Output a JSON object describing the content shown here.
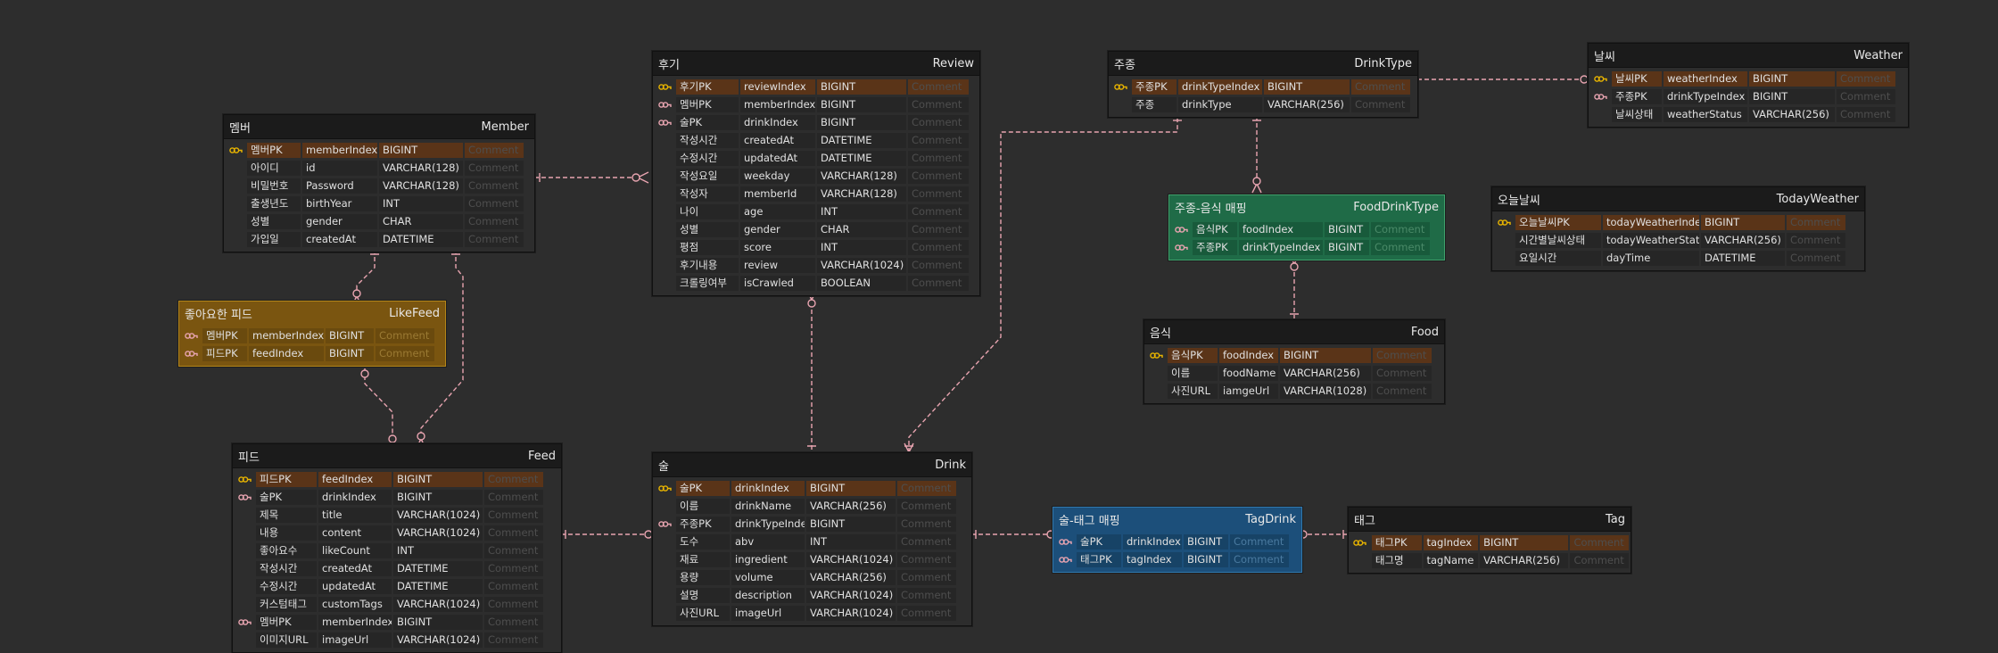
{
  "colors": {
    "background": "#2d2d2d",
    "relationship_line": "#e8a4b0",
    "pk_key": "#e8b400",
    "fk_key": "#e8a4b0",
    "pk_row": "#5a3418",
    "mapping_green": "#1f6b47",
    "mapping_gold": "#7a5510",
    "mapping_blue": "#1c4f7a"
  },
  "tables": {
    "member": {
      "name_kr": "멤버",
      "name_en": "Member",
      "rows": [
        {
          "key": "pk",
          "label": "멤버PK",
          "column": "memberIndex",
          "type": "BIGINT",
          "comment": "Comment"
        },
        {
          "key": "",
          "label": "아이디",
          "column": "id",
          "type": "VARCHAR(128)",
          "comment": "Comment"
        },
        {
          "key": "",
          "label": "비밀번호",
          "column": "Password",
          "type": "VARCHAR(128)",
          "comment": "Comment"
        },
        {
          "key": "",
          "label": "출생년도",
          "column": "birthYear",
          "type": "INT",
          "comment": "Comment"
        },
        {
          "key": "",
          "label": "성별",
          "column": "gender",
          "type": "CHAR",
          "comment": "Comment"
        },
        {
          "key": "",
          "label": "가입일",
          "column": "createdAt",
          "type": "DATETIME",
          "comment": "Comment"
        }
      ]
    },
    "likefeed": {
      "name_kr": "좋아요한 피드",
      "name_en": "LikeFeed",
      "rows": [
        {
          "key": "fk",
          "label": "멤버PK",
          "column": "memberIndex",
          "type": "BIGINT",
          "comment": "Comment"
        },
        {
          "key": "fk",
          "label": "피드PK",
          "column": "feedIndex",
          "type": "BIGINT",
          "comment": "Comment"
        }
      ]
    },
    "feed": {
      "name_kr": "피드",
      "name_en": "Feed",
      "rows": [
        {
          "key": "pk",
          "label": "피드PK",
          "column": "feedIndex",
          "type": "BIGINT",
          "comment": "Comment"
        },
        {
          "key": "fk",
          "label": "술PK",
          "column": "drinkIndex",
          "type": "BIGINT",
          "comment": "Comment"
        },
        {
          "key": "",
          "label": "제목",
          "column": "title",
          "type": "VARCHAR(1024)",
          "comment": "Comment"
        },
        {
          "key": "",
          "label": "내용",
          "column": "content",
          "type": "VARCHAR(1024)",
          "comment": "Comment"
        },
        {
          "key": "",
          "label": "좋아요수",
          "column": "likeCount",
          "type": "INT",
          "comment": "Comment"
        },
        {
          "key": "",
          "label": "작성시간",
          "column": "createdAt",
          "type": "DATETIME",
          "comment": "Comment"
        },
        {
          "key": "",
          "label": "수정시간",
          "column": "updatedAt",
          "type": "DATETIME",
          "comment": "Comment"
        },
        {
          "key": "",
          "label": "커스텀태그",
          "column": "customTags",
          "type": "VARCHAR(1024)",
          "comment": "Comment"
        },
        {
          "key": "fk",
          "label": "멤버PK",
          "column": "memberIndex",
          "type": "BIGINT",
          "comment": "Comment"
        },
        {
          "key": "",
          "label": "이미지URL",
          "column": "imageUrl",
          "type": "VARCHAR(1024)",
          "comment": "Comment"
        }
      ]
    },
    "review": {
      "name_kr": "후기",
      "name_en": "Review",
      "rows": [
        {
          "key": "pk",
          "label": "후기PK",
          "column": "reviewIndex",
          "type": "BIGINT",
          "comment": "Comment"
        },
        {
          "key": "fk",
          "label": "멤버PK",
          "column": "memberIndex",
          "type": "BIGINT",
          "comment": "Comment"
        },
        {
          "key": "fk",
          "label": "술PK",
          "column": "drinkIndex",
          "type": "BIGINT",
          "comment": "Comment"
        },
        {
          "key": "",
          "label": "작성시간",
          "column": "createdAt",
          "type": "DATETIME",
          "comment": "Comment"
        },
        {
          "key": "",
          "label": "수정시간",
          "column": "updatedAt",
          "type": "DATETIME",
          "comment": "Comment"
        },
        {
          "key": "",
          "label": "작성요일",
          "column": "weekday",
          "type": "VARCHAR(128)",
          "comment": "Comment"
        },
        {
          "key": "",
          "label": "작성자",
          "column": "memberId",
          "type": "VARCHAR(128)",
          "comment": "Comment"
        },
        {
          "key": "",
          "label": "나이",
          "column": "age",
          "type": "INT",
          "comment": "Comment"
        },
        {
          "key": "",
          "label": "성별",
          "column": "gender",
          "type": "CHAR",
          "comment": "Comment"
        },
        {
          "key": "",
          "label": "평점",
          "column": "score",
          "type": "INT",
          "comment": "Comment"
        },
        {
          "key": "",
          "label": "후기내용",
          "column": "review",
          "type": "VARCHAR(1024)",
          "comment": "Comment"
        },
        {
          "key": "",
          "label": "크롤링여부",
          "column": "isCrawled",
          "type": "BOOLEAN",
          "comment": "Comment"
        }
      ]
    },
    "drink": {
      "name_kr": "술",
      "name_en": "Drink",
      "rows": [
        {
          "key": "pk",
          "label": "술PK",
          "column": "drinkIndex",
          "type": "BIGINT",
          "comment": "Comment"
        },
        {
          "key": "",
          "label": "이름",
          "column": "drinkName",
          "type": "VARCHAR(256)",
          "comment": "Comment"
        },
        {
          "key": "fk",
          "label": "주종PK",
          "column": "drinkTypeIndex",
          "type": "BIGINT",
          "comment": "Comment"
        },
        {
          "key": "",
          "label": "도수",
          "column": "abv",
          "type": "INT",
          "comment": "Comment"
        },
        {
          "key": "",
          "label": "재료",
          "column": "ingredient",
          "type": "VARCHAR(1024)",
          "comment": "Comment"
        },
        {
          "key": "",
          "label": "용량",
          "column": "volume",
          "type": "VARCHAR(256)",
          "comment": "Comment"
        },
        {
          "key": "",
          "label": "설명",
          "column": "description",
          "type": "VARCHAR(1024)",
          "comment": "Comment"
        },
        {
          "key": "",
          "label": "사진URL",
          "column": "imageUrl",
          "type": "VARCHAR(1024)",
          "comment": "Comment"
        }
      ]
    },
    "drinktype": {
      "name_kr": "주종",
      "name_en": "DrinkType",
      "rows": [
        {
          "key": "pk",
          "label": "주종PK",
          "column": "drinkTypeIndex",
          "type": "BIGINT",
          "comment": "Comment"
        },
        {
          "key": "",
          "label": "주종",
          "column": "drinkType",
          "type": "VARCHAR(256)",
          "comment": "Comment"
        }
      ]
    },
    "fooddrinktype": {
      "name_kr": "주종-음식 매핑",
      "name_en": "FoodDrinkType",
      "rows": [
        {
          "key": "fk",
          "label": "음식PK",
          "column": "foodIndex",
          "type": "BIGINT",
          "comment": "Comment"
        },
        {
          "key": "fk",
          "label": "주종PK",
          "column": "drinkTypeIndex",
          "type": "BIGINT",
          "comment": "Comment"
        }
      ]
    },
    "food": {
      "name_kr": "음식",
      "name_en": "Food",
      "rows": [
        {
          "key": "pk",
          "label": "음식PK",
          "column": "foodIndex",
          "type": "BIGINT",
          "comment": "Comment"
        },
        {
          "key": "",
          "label": "이름",
          "column": "foodName",
          "type": "VARCHAR(256)",
          "comment": "Comment"
        },
        {
          "key": "",
          "label": "사진URL",
          "column": "iamgeUrl",
          "type": "VARCHAR(1028)",
          "comment": "Comment"
        }
      ]
    },
    "weather": {
      "name_kr": "날씨",
      "name_en": "Weather",
      "rows": [
        {
          "key": "pk",
          "label": "날씨PK",
          "column": "weatherIndex",
          "type": "BIGINT",
          "comment": "Comment"
        },
        {
          "key": "fk",
          "label": "주종PK",
          "column": "drinkTypeIndex",
          "type": "BIGINT",
          "comment": "Comment"
        },
        {
          "key": "",
          "label": "날씨상태",
          "column": "weatherStatus",
          "type": "VARCHAR(256)",
          "comment": "Comment"
        }
      ]
    },
    "todayweather": {
      "name_kr": "오늘날씨",
      "name_en": "TodayWeather",
      "rows": [
        {
          "key": "pk",
          "label": "오늘날씨PK",
          "column": "todayWeatherIndex",
          "type": "BIGINT",
          "comment": "Comment"
        },
        {
          "key": "",
          "label": "시간별날씨상태",
          "column": "todayWeatherStatus",
          "type": "VARCHAR(256)",
          "comment": "Comment"
        },
        {
          "key": "",
          "label": "요일시간",
          "column": "dayTime",
          "type": "DATETIME",
          "comment": "Comment"
        }
      ]
    },
    "tagdrink": {
      "name_kr": "술-태그 매핑",
      "name_en": "TagDrink",
      "rows": [
        {
          "key": "fk",
          "label": "술PK",
          "column": "drinkIndex",
          "type": "BIGINT",
          "comment": "Comment"
        },
        {
          "key": "fk",
          "label": "태그PK",
          "column": "tagIndex",
          "type": "BIGINT",
          "comment": "Comment"
        }
      ]
    },
    "tag": {
      "name_kr": "태그",
      "name_en": "Tag",
      "rows": [
        {
          "key": "pk",
          "label": "태그PK",
          "column": "tagIndex",
          "type": "BIGINT",
          "comment": "Comment"
        },
        {
          "key": "",
          "label": "태그명",
          "column": "tagName",
          "type": "VARCHAR(256)",
          "comment": "Comment"
        }
      ]
    }
  }
}
